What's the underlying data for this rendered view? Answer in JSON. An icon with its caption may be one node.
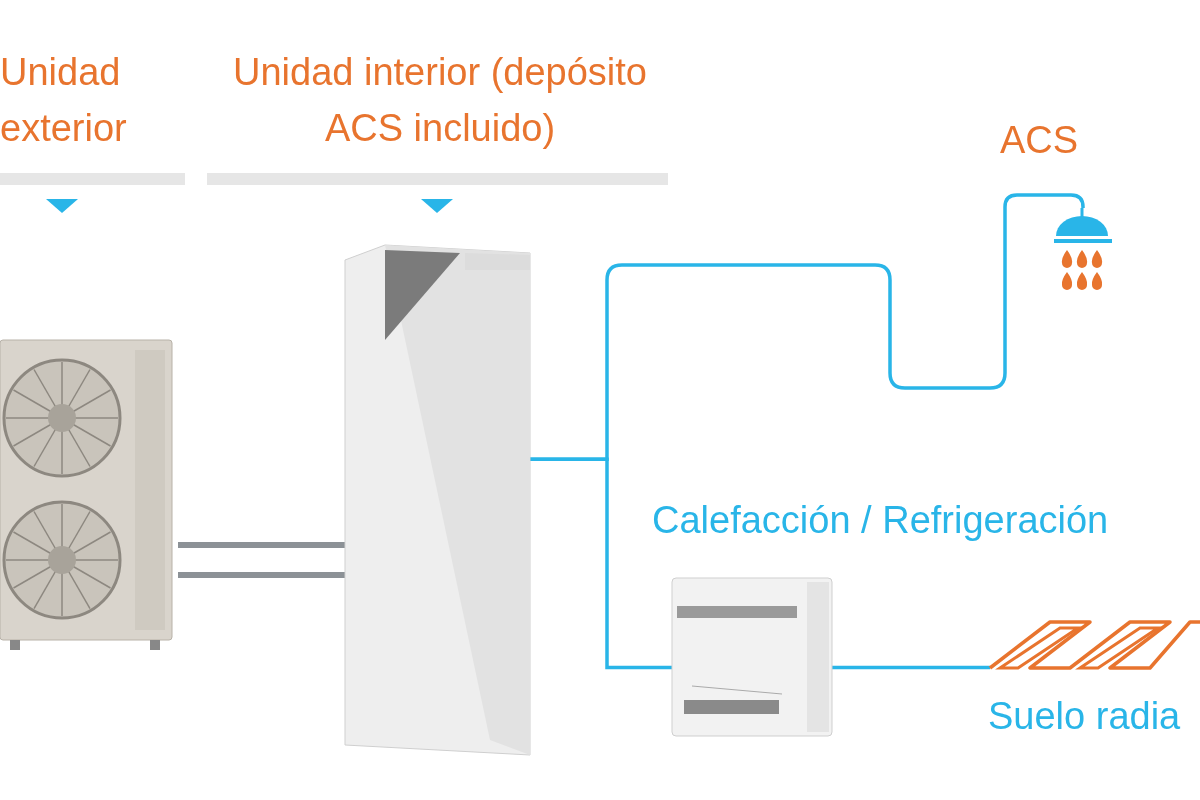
{
  "diagram": {
    "nodes": [
      {
        "text": [],
        "shape": "picture"
      },
      {
        "text": [],
        "shape": "picture",
        "beside": [
          "Unidad interior (depósito ACS incluido)"
        ]
      },
      {
        "text": [],
        "shape": "picture",
        "beside": [
          "ACS"
        ]
      },
      {
        "text": [],
        "shape": "picture",
        "beside": [
          "Calefacción / Refrigeración"
        ]
      },
      {
        "text": [],
        "shape": "picture",
        "beside": [
          "Suelo radia"
        ]
      }
    ],
    "edges": [
      {
        "from": 0,
        "to": 1,
        "arrow": "none",
        "color": "#8c9196"
      },
      {
        "from": 1,
        "to": 2,
        "arrow": "none"
      },
      {
        "from": 1,
        "to": 3,
        "arrow": "none"
      },
      {
        "from": 3,
        "to": 4,
        "arrow": "none"
      }
    ],
    "labels": [
      "Unidad exterior"
    ]
  }
}
